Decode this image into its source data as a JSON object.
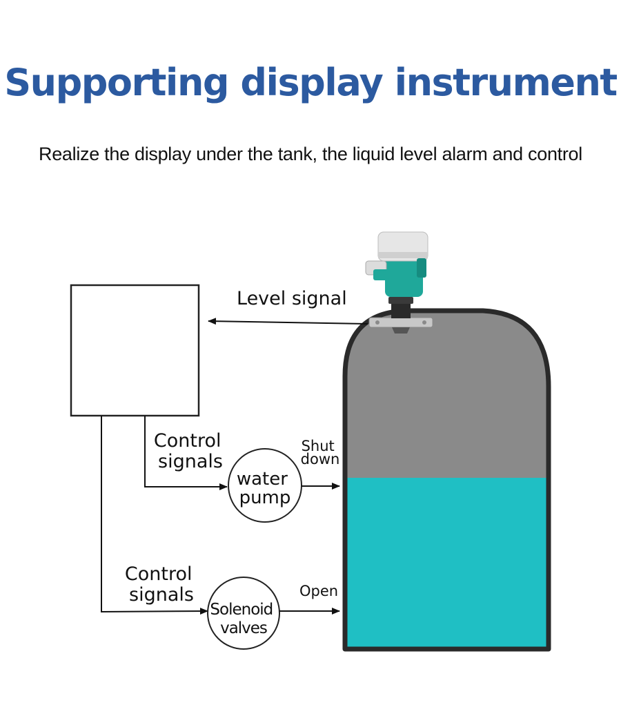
{
  "title": "Supporting display instrument",
  "subtitle": "Realize the display under the tank, the liquid level alarm and control",
  "diagram": {
    "level_signal": "Level signal",
    "control_signals_top": [
      "Control",
      "signals"
    ],
    "control_signals_bottom": [
      "Control",
      "signals"
    ],
    "water_pump": [
      "water",
      "pump"
    ],
    "solenoid_valves": [
      "Solenoid",
      "valves"
    ],
    "shut_down": [
      "Shut",
      "down"
    ],
    "open": "Open",
    "colors": {
      "tank_empty": "#8a8a8a",
      "liquid": "#1fbfc4",
      "tank_outline": "#2a2a2a",
      "sensor_body": "#1fa89a",
      "title": "#2c5aa0"
    }
  }
}
